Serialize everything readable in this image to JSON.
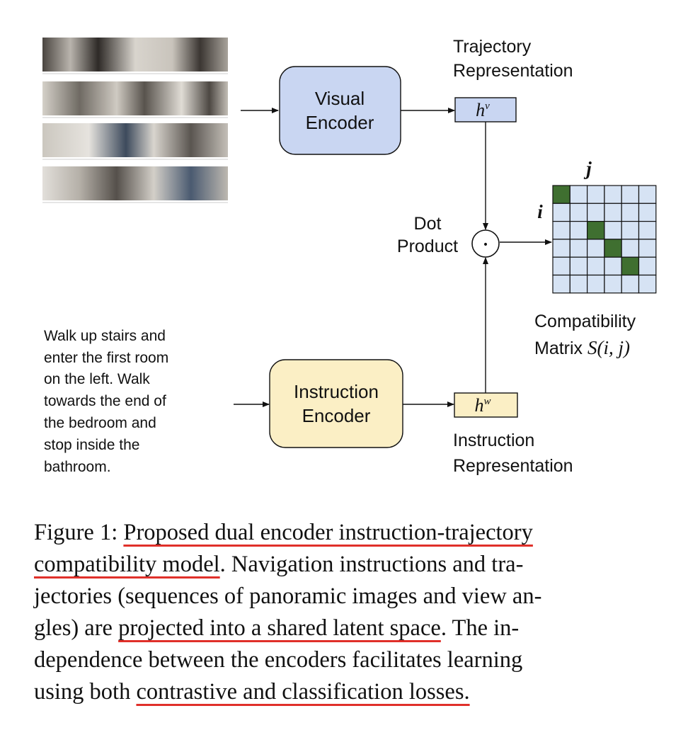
{
  "labels": {
    "visual_encoder": [
      "Visual",
      "Encoder"
    ],
    "instruction_encoder": [
      "Instruction",
      "Encoder"
    ],
    "trajectory_representation": [
      "Trajectory",
      "Representation"
    ],
    "instruction_representation": [
      "Instruction",
      "Representation"
    ],
    "dot_product": [
      "Dot",
      "Product"
    ],
    "hv": {
      "base": "h",
      "sup": "v"
    },
    "hw": {
      "base": "h",
      "sup": "w"
    },
    "matrix_i": "i",
    "matrix_j": "j",
    "compatibility": "Compatibility",
    "matrix_prefix": "Matrix ",
    "matrix_formula": "S(i, j)",
    "dot_symbol": "•"
  },
  "instruction_text": [
    "Walk up stairs and",
    "enter the first room",
    "on the left. Walk",
    "towards the end of",
    "the bedroom and",
    "stop inside the",
    "bathroom."
  ],
  "matrix": {
    "rows": 6,
    "cols": 6,
    "highlighted": [
      [
        0,
        0
      ],
      [
        2,
        2
      ],
      [
        3,
        3
      ],
      [
        4,
        4
      ]
    ],
    "cell_color": "#d6e3f4",
    "highlight_color": "#3f6f30"
  },
  "colors": {
    "visual_encoder_fill": "#c9d6f2",
    "instruction_encoder_fill": "#fbefc5",
    "underline": "#e0302a"
  },
  "caption": {
    "l1_a": "Figure 1: ",
    "l1_b": "Proposed dual encoder instruction-trajectory",
    "l2_a": "compatibility model",
    "l2_b": ".  Navigation instructions and tra-",
    "l3": "jectories (sequences of panoramic images and view an-",
    "l4_a": "gles) are ",
    "l4_b": "projected into a shared latent space",
    "l4_c": ".  The in-",
    "l5": "dependence between the encoders facilitates learning",
    "l6_a": "using both ",
    "l6_b": "contrastive and classification losses."
  }
}
